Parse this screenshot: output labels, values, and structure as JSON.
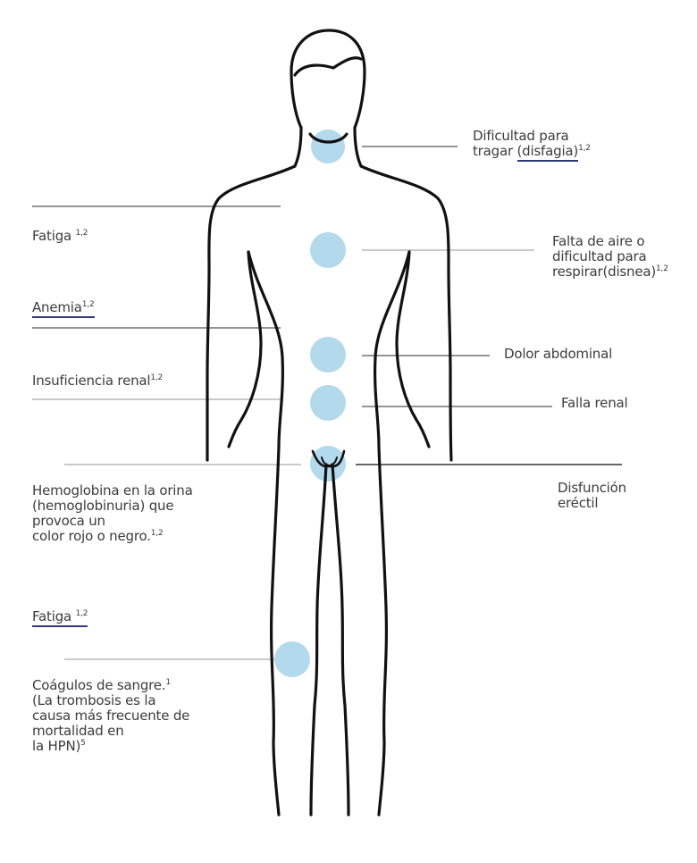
{
  "colors": {
    "body_outline": "#111111",
    "marker_fill": "#b3d9ec",
    "leader_line_dark": "#555555",
    "leader_line_light": "#aaaaaa",
    "underline": "#2f3a78",
    "text": "#3c3c3c"
  },
  "labels": {
    "dysphagia": {
      "pre": "Dificultad para",
      "line2_pre": "tragar ",
      "underlined": "(disfagia)",
      "sup": "1,2"
    },
    "fatigue_top": {
      "text": "Fatiga ",
      "sup": "1,2"
    },
    "dyspnea": {
      "line1": "Falta de aire o",
      "line2": "dificultad para",
      "line3": "respirar(disnea)",
      "sup": "1,2"
    },
    "anemia": {
      "underlined": "Anemia",
      "sup": "1,2"
    },
    "abdominal_pain": {
      "text": "Dolor abdominal"
    },
    "renal_insufficiency": {
      "text": "Insuficiencia renal",
      "sup": "1,2"
    },
    "renal_failure": {
      "text": "Falla renal"
    },
    "hemoglobinuria": {
      "line1": "Hemoglobina en la orina",
      "line2": "(hemoglobinuria) que",
      "line3": "provoca un",
      "line4": "color rojo o negro.",
      "sup": "1,2"
    },
    "erectile": {
      "line1": "Disfunción",
      "line2": "eréctil"
    },
    "fatigue_bottom": {
      "underlined": "Fatiga ",
      "sup": "1,2"
    },
    "clots": {
      "line1": "Coágulos de sangre.",
      "sup1": "1",
      "line2": "(La trombosis es la",
      "line3": "causa más frecuente de",
      "line4": "mortalidad en",
      "line5": "la HPN)",
      "sup5": "5"
    }
  }
}
